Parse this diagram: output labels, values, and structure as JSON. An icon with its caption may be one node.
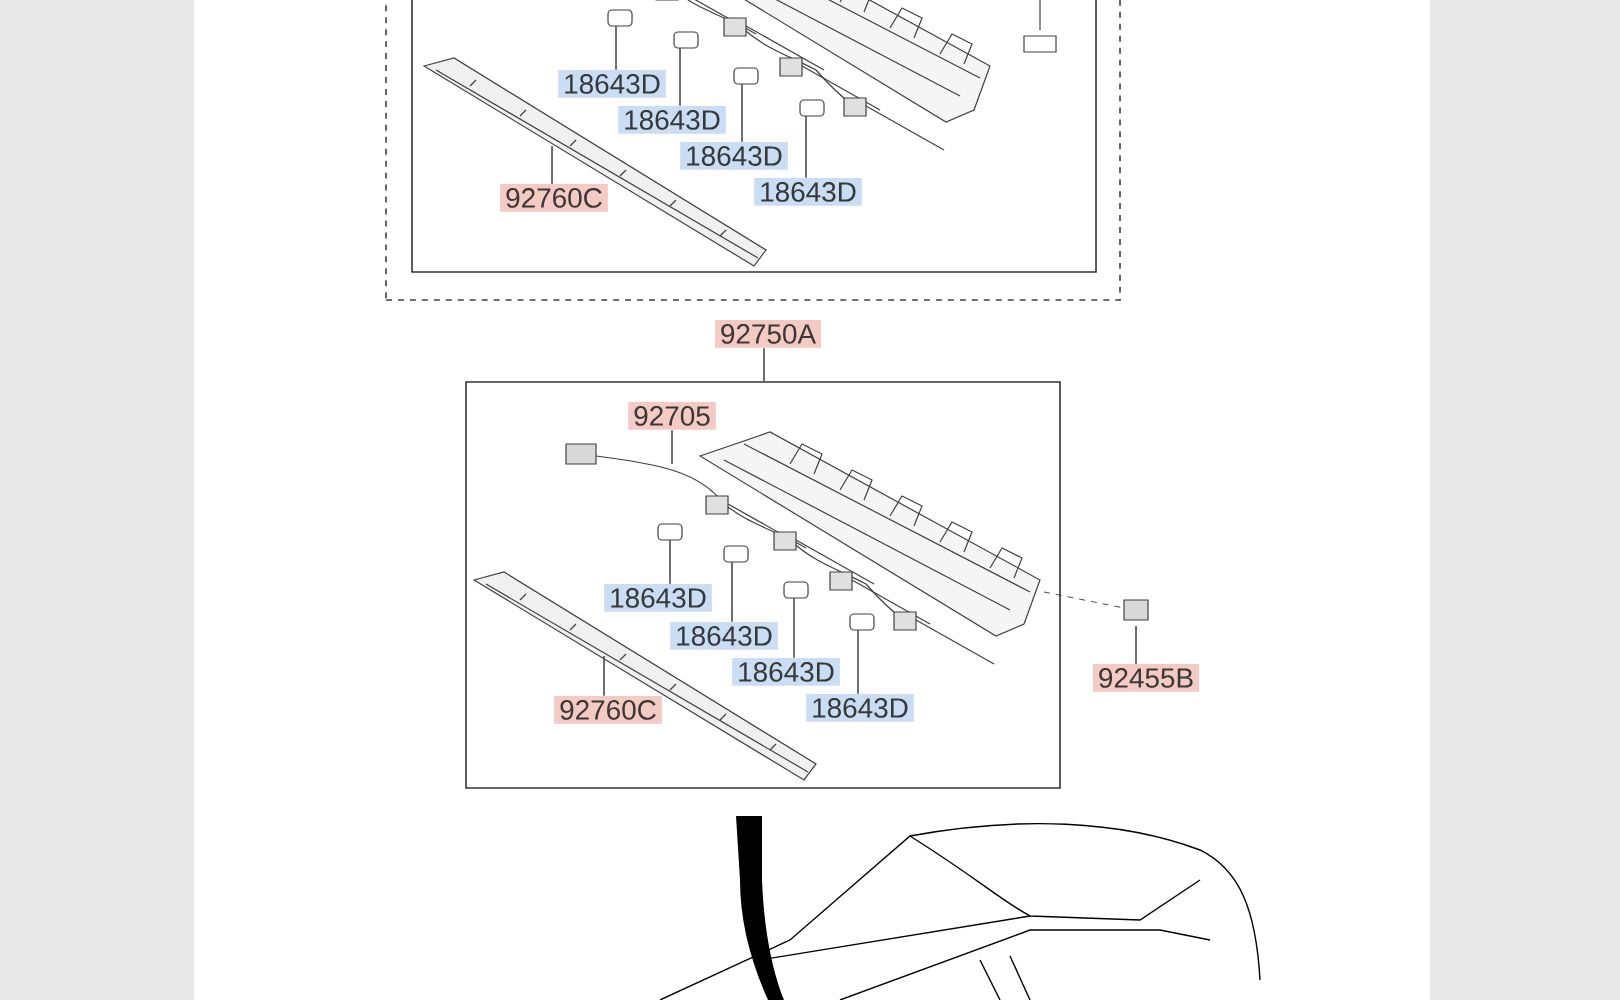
{
  "diagram": {
    "nodes": [
      {
        "text": [],
        "shape": "box"
      },
      {
        "text": [],
        "shape": "box",
        "in": 0
      },
      {
        "text": [
          "18643D"
        ],
        "in": 1
      },
      {
        "text": [
          "18643D"
        ],
        "in": 1
      },
      {
        "text": [
          "18643D"
        ],
        "in": 1
      },
      {
        "text": [
          "18643D"
        ],
        "in": 1
      },
      {
        "text": [
          "92760C"
        ],
        "in": 1
      },
      {
        "text": [
          "92750A"
        ]
      },
      {
        "text": [],
        "shape": "box"
      },
      {
        "text": [
          "92705"
        ],
        "in": 8
      },
      {
        "text": [
          "18643D"
        ],
        "in": 8
      },
      {
        "text": [
          "18643D"
        ],
        "in": 8
      },
      {
        "text": [
          "18643D"
        ],
        "in": 8
      },
      {
        "text": [
          "18643D"
        ],
        "in": 8
      },
      {
        "text": [
          "92760C"
        ],
        "in": 8
      },
      {
        "text": [
          "92455B"
        ]
      }
    ],
    "edges": [
      {
        "from": 2,
        "to": null,
        "arrow": "none"
      },
      {
        "from": 3,
        "to": null,
        "arrow": "none"
      },
      {
        "from": 4,
        "to": null,
        "arrow": "none"
      },
      {
        "from": 5,
        "to": null,
        "arrow": "none"
      },
      {
        "from": 6,
        "to": null,
        "arrow": "none"
      },
      {
        "from": 7,
        "to": 8,
        "arrow": "none"
      },
      {
        "from": 9,
        "to": null,
        "arrow": "none"
      },
      {
        "from": 10,
        "to": null,
        "arrow": "none"
      },
      {
        "from": 11,
        "to": null,
        "arrow": "none"
      },
      {
        "from": 12,
        "to": null,
        "arrow": "none"
      },
      {
        "from": 13,
        "to": null,
        "arrow": "none"
      },
      {
        "from": 14,
        "to": null,
        "arrow": "none"
      },
      {
        "from": 15,
        "to": null,
        "arrow": "none"
      }
    ]
  }
}
